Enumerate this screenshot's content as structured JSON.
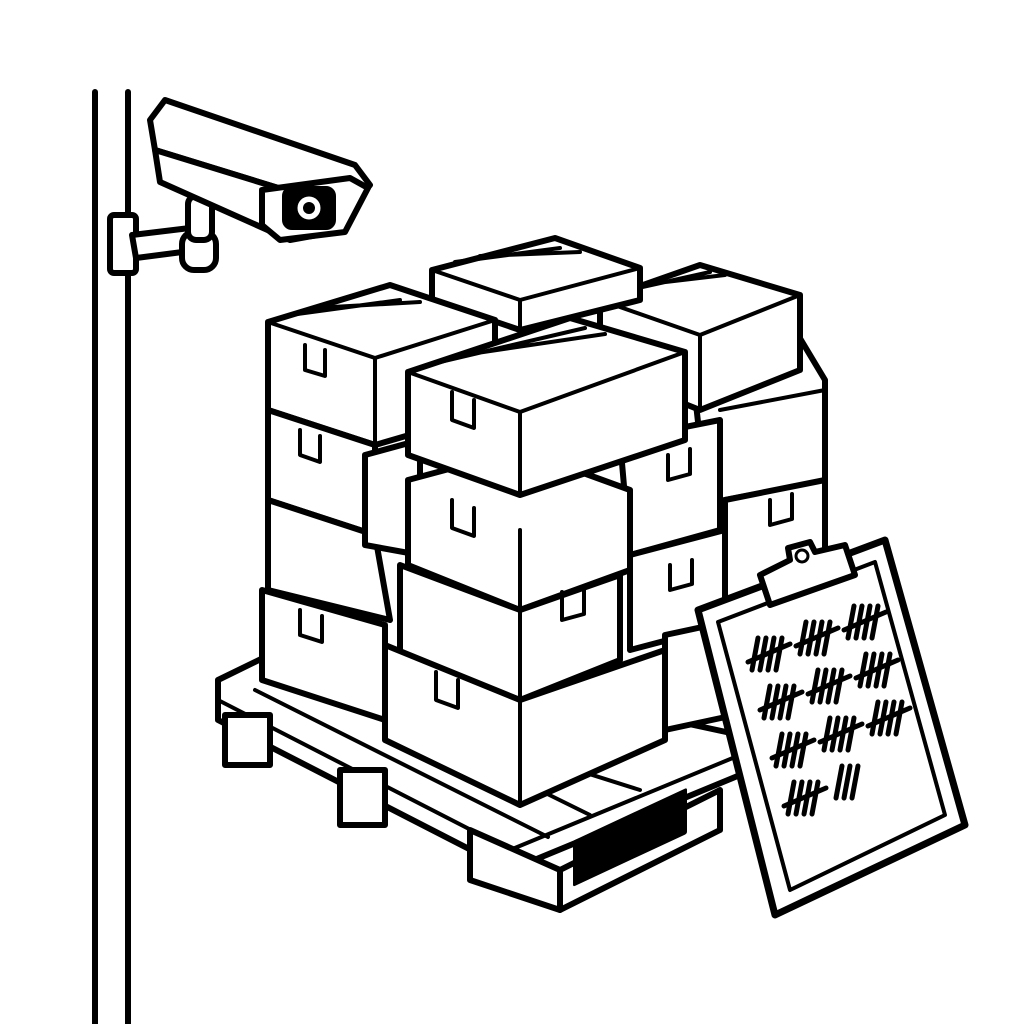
{
  "scene": {
    "subject": "line-art",
    "stroke_color": "#000000",
    "background_color": "#ffffff",
    "icons": [
      "pole-icon",
      "security-camera-icon",
      "box-stack-icon",
      "pallet-icon",
      "clipboard-icon",
      "tally-marks-icon"
    ]
  },
  "clipboard": {
    "tally_groups": [
      [
        5,
        5,
        5
      ],
      [
        5,
        5,
        5
      ],
      [
        5,
        5,
        5
      ],
      [
        5,
        3
      ]
    ]
  }
}
